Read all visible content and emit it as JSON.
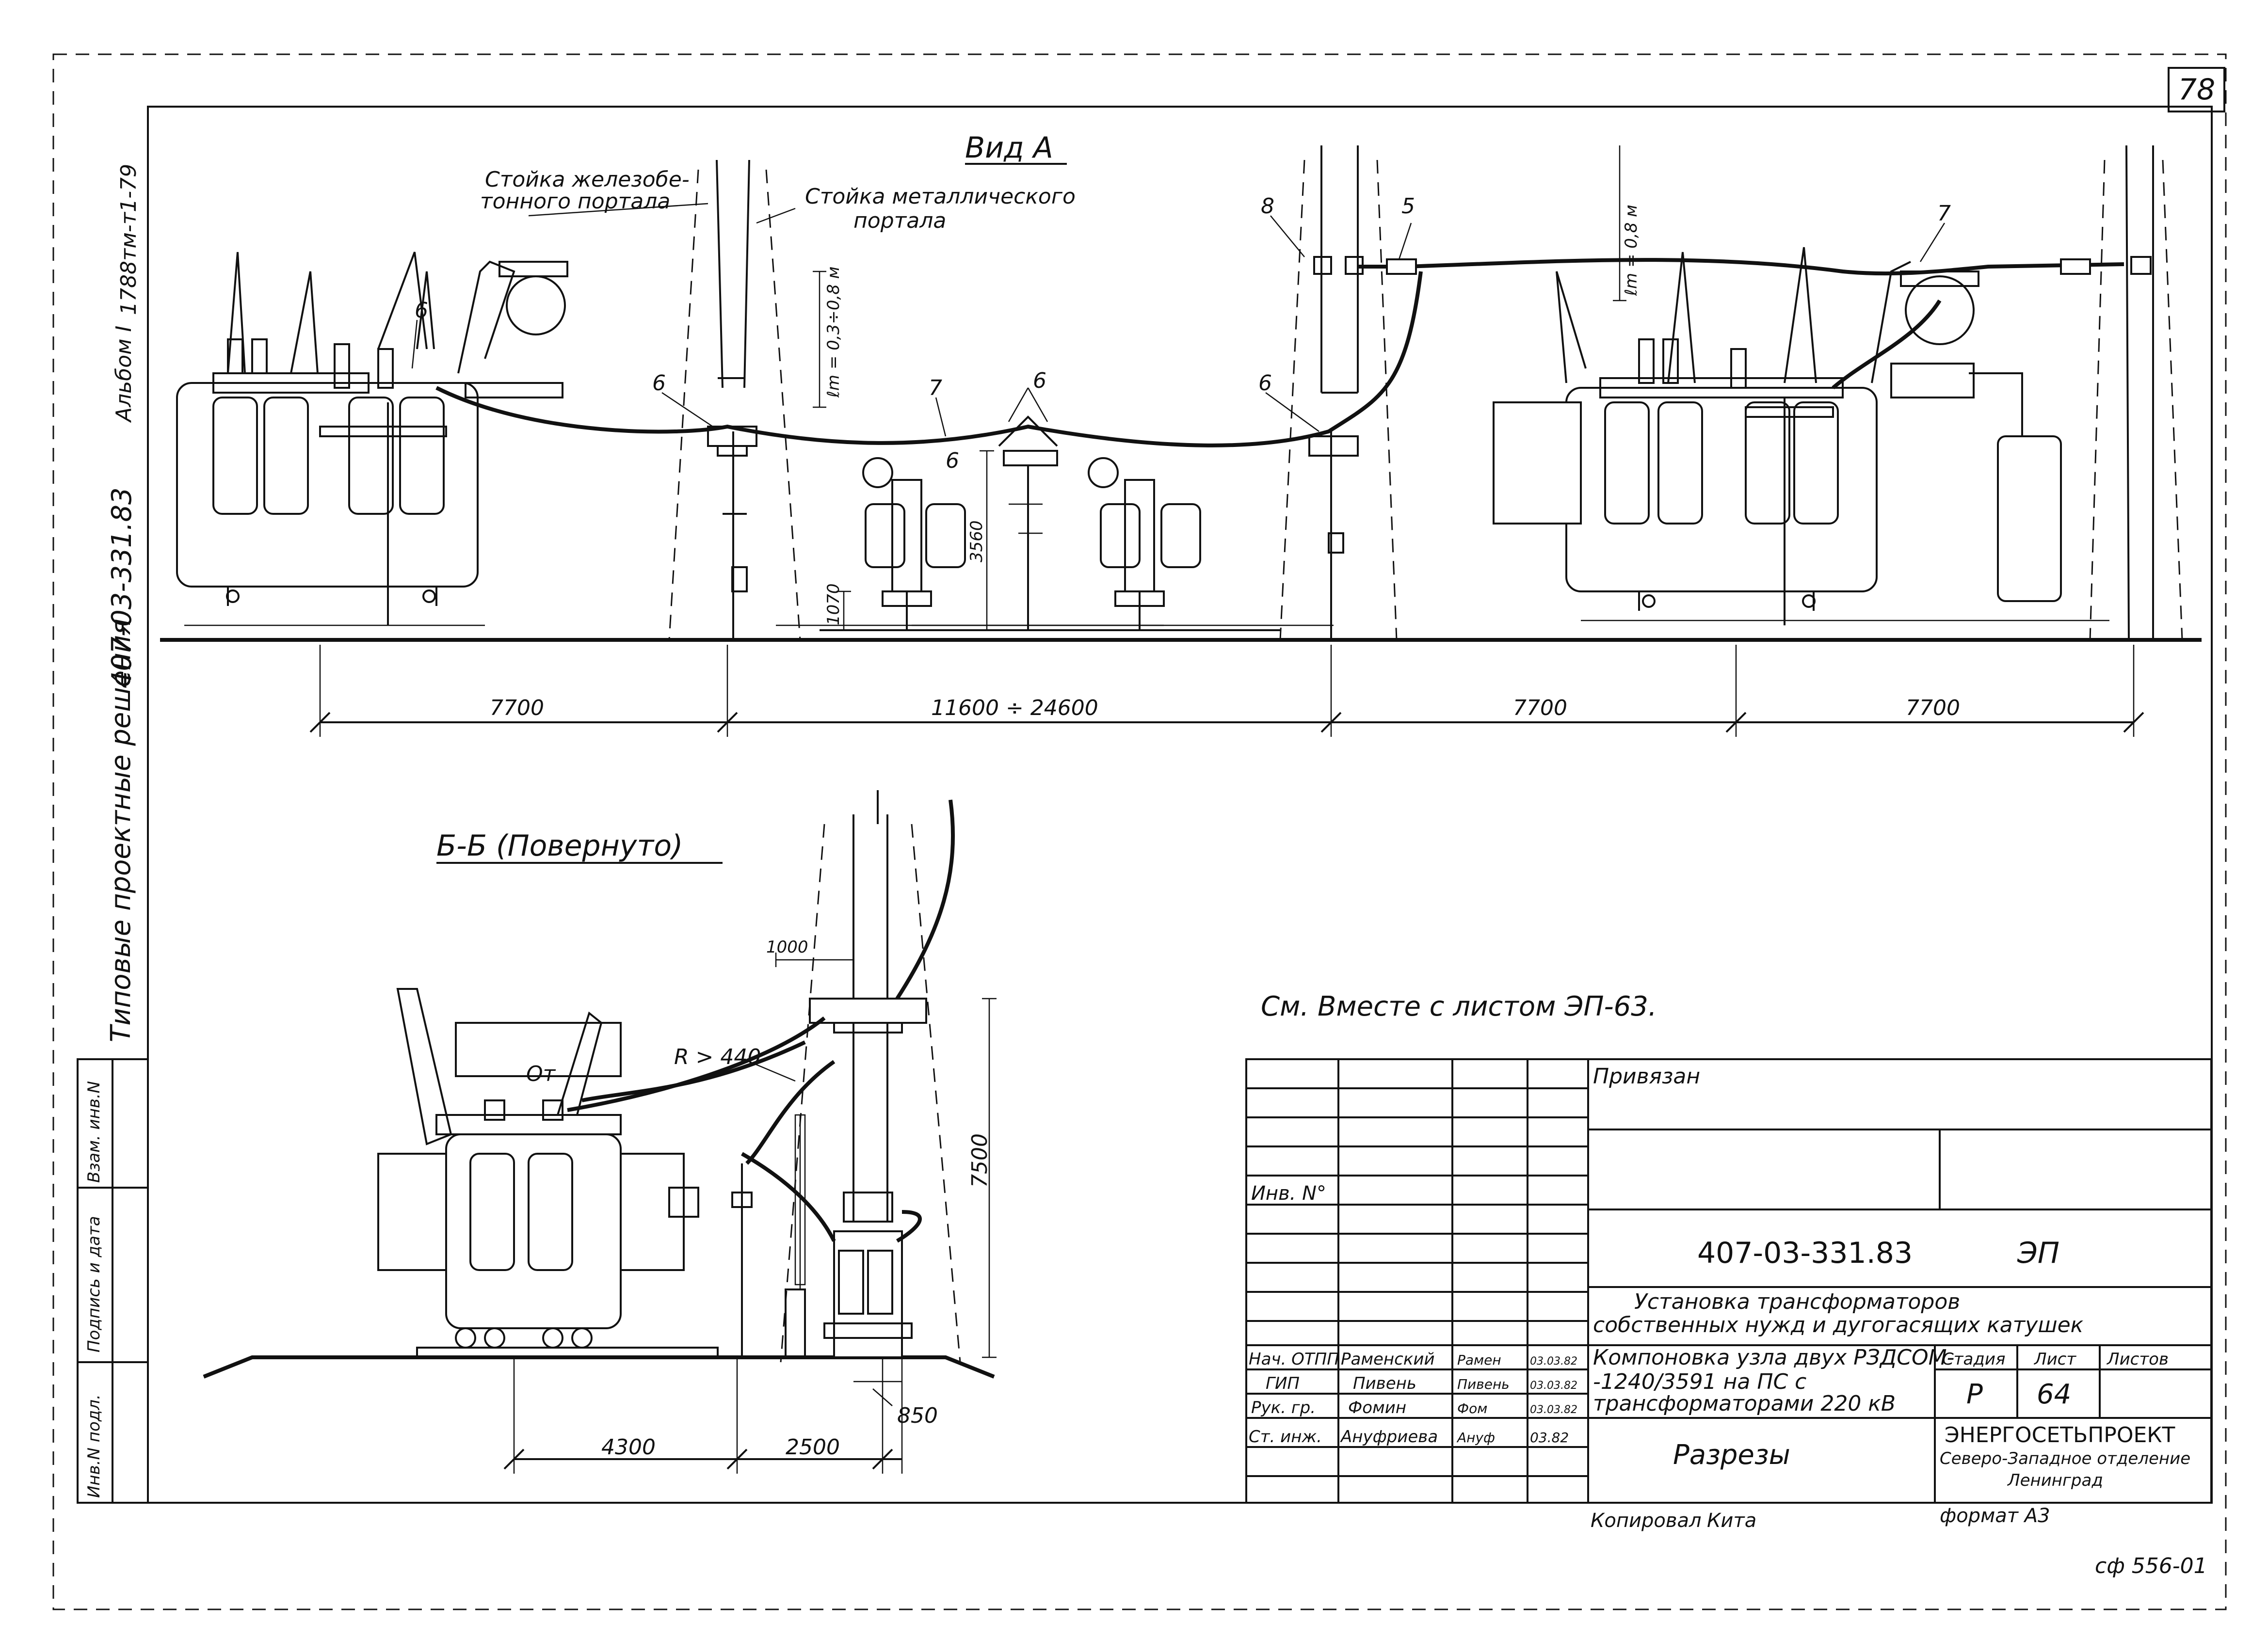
{
  "sheet": {
    "page_number": "78",
    "top_left_code": "1788тм-т1-79",
    "side_designation": "407-03-331.83",
    "album": "Альбом I",
    "series_title": "Типовые проектные решения",
    "copied_by": "Копировал",
    "copier_signature": "Кита",
    "format": "формат А3",
    "archive_code": "сф 556-01"
  },
  "side_stamp": {
    "cells": [
      "Инв.N подл.",
      "Подпись и дата",
      "Взам. инв.N"
    ]
  },
  "view_a": {
    "title": "Вид А",
    "label_rc_post": "Стойка железобетонного портала",
    "label_rc_post_l1": "Стойка железобе-",
    "label_rc_post_l2": "тонного портала",
    "label_metal_post_l1": "Стойка металлического",
    "label_metal_post_l2": "портала",
    "sag_left": "ℓm = 0,3÷0,8 м",
    "sag_right": "ℓm = 0,8 м",
    "callouts": [
      "6",
      "6",
      "6",
      "6",
      "6",
      "7",
      "7",
      "8",
      "5"
    ],
    "dim_height_1": "3560",
    "dim_height_2": "1070",
    "dims": [
      "7700",
      "11600 ÷ 24600",
      "7700",
      "7700"
    ]
  },
  "section_bb": {
    "title": "Б-Б (Повернуто)",
    "dim_top": "1000",
    "radius": "R > 440",
    "label_from": "От",
    "dim_height": "7500",
    "dims": [
      "4300",
      "2500",
      "850"
    ]
  },
  "note": "См. Вместе с листом ЭП-63.",
  "title_block": {
    "attached": "Привязан",
    "inv": "Инв. N°",
    "code": "407-03-331.83",
    "mark": "ЭП",
    "title_l1": "Установка трансформаторов",
    "title_l2": "собственных нужд и дугогасящих катушек",
    "subtitle_l1": "Компоновка узла двух РЗДСОМ-",
    "subtitle_l2": "-1240/3591 на ПС с",
    "subtitle_l3": "трансформаторами 220 кВ",
    "sheet_title": "Разрезы",
    "stage_label": "Стадия",
    "sheet_label": "Лист",
    "sheets_label": "Листов",
    "stage": "Р",
    "sheet_no": "64",
    "sheets_total": "",
    "org_l1": "ЭНЕРГОСЕТЬПРОЕКТ",
    "org_l2": "Северо-Западное отделение",
    "org_l3": "Ленинград",
    "people": [
      {
        "role": "Нач. ОТПП",
        "name": "Раменский",
        "sign": "Рамен",
        "date": "03.03.82"
      },
      {
        "role": "ГИП",
        "name": "Пивень",
        "sign": "Пивень",
        "date": "03.03.82"
      },
      {
        "role": "Рук. гр.",
        "name": "Фомин",
        "sign": "Фом",
        "date": "03.03.82"
      },
      {
        "role": "Ст. инж.",
        "name": "Ануфриева",
        "sign": "Ануф",
        "date": "03.82"
      }
    ]
  }
}
